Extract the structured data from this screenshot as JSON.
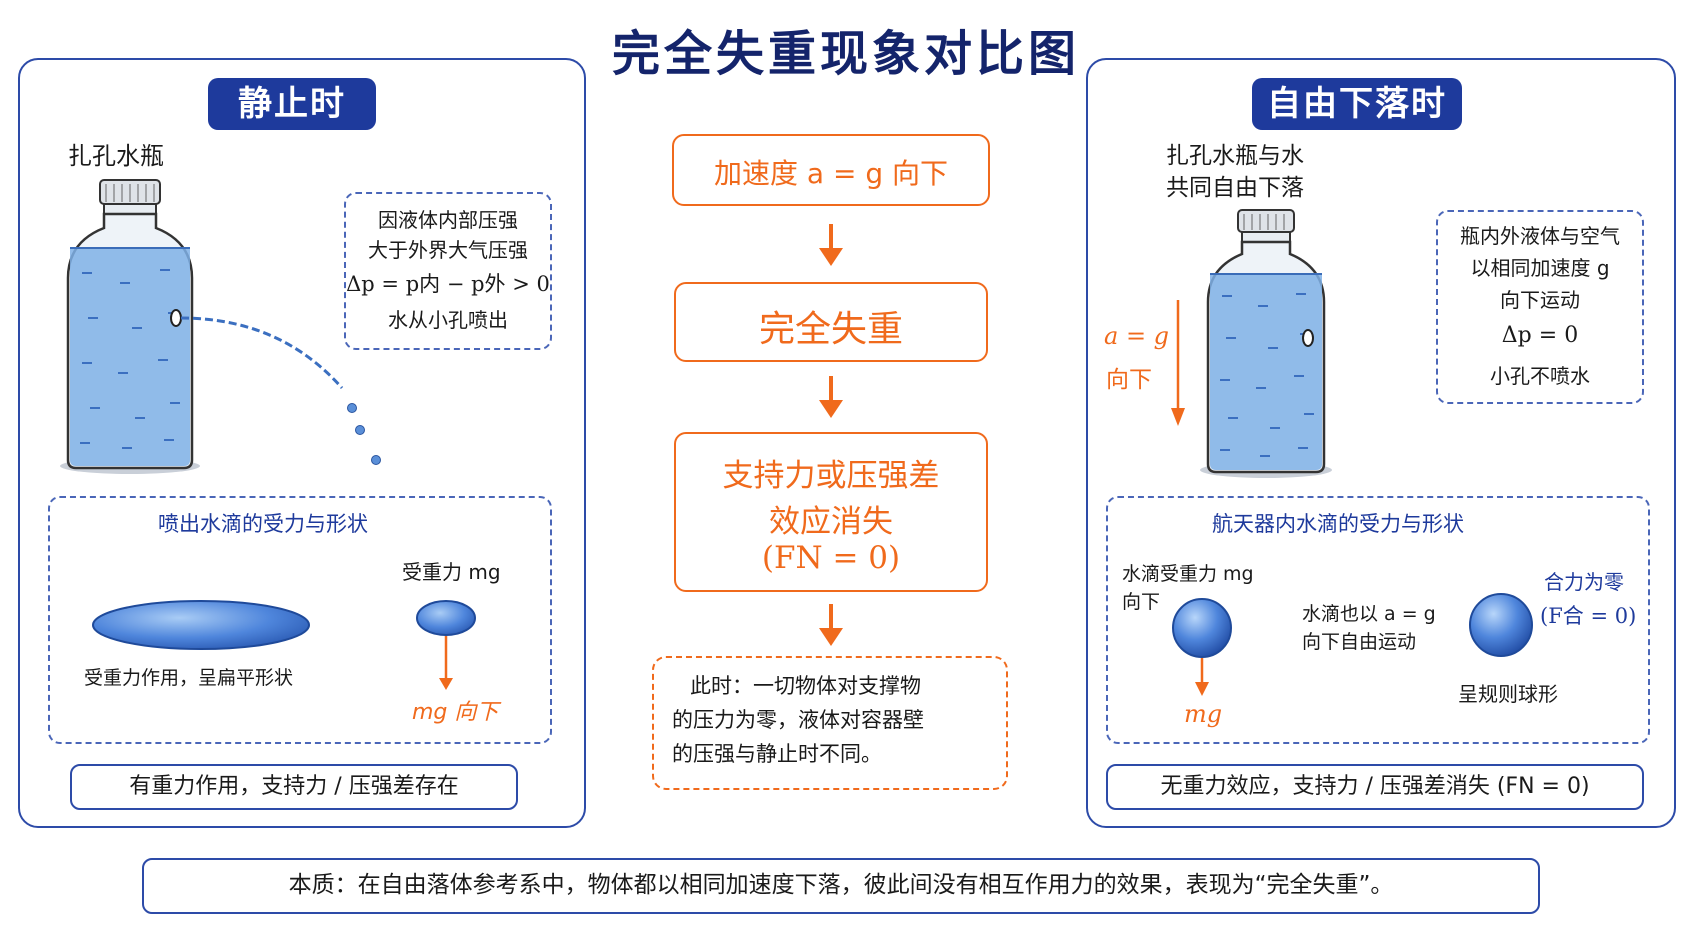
{
  "title": "完全失重现象对比图",
  "left": {
    "header": "静止时",
    "bottle_label": "扎孔水瓶",
    "info_lines": [
      "因液体内部压强",
      "大于外界大气压强",
      "Δp = p内 − p外 > 0",
      "水从小孔喷出"
    ],
    "drop_box_title": "喷出水滴的受力与形状",
    "flat_label": "受重力作用，呈扁平形状",
    "gravity_label": "受重力 mg",
    "force_label": "mg 向下",
    "footer": "有重力作用，支持力 / 压强差存在"
  },
  "center": {
    "box1": "加速度  a = g  向下",
    "box2": "完全失重",
    "box3_line1": "支持力或压强差",
    "box3_line2": "效应消失",
    "box3_line3": "(FN = 0)",
    "note_lines": [
      "此时：一切物体对支撑物",
      "的压力为零，液体对容器壁",
      "的压强与静止时不同。"
    ]
  },
  "right": {
    "header": "自由下落时",
    "bottle_label_1": "扎孔水瓶与水",
    "bottle_label_2": "共同自由下落",
    "accel_1": "a = g",
    "accel_2": "向下",
    "info_lines": [
      "瓶内外液体与空气",
      "以相同加速度 g",
      "向下运动",
      "Δp = 0",
      "小孔不喷水"
    ],
    "drop_box_title": "航天器内水滴的受力与形状",
    "gravity_1": "水滴受重力 mg",
    "gravity_2": "向下",
    "free_1": "水滴也以 a = g",
    "free_2": "向下自由运动",
    "net_1": "合力为零",
    "net_2": "(F合 = 0)",
    "sphere_label": "呈规则球形",
    "mg": "mg",
    "footer": "无重力效应，支持力 / 压强差消失 (FN = 0)"
  },
  "essence": "本质：在自由落体参考系中，物体都以相同加速度下落，彼此间没有相互作用力的效果，表现为“完全失重”。",
  "colors": {
    "navy": "#14246b",
    "blue": "#1e3a9c",
    "orange": "#f06a1c",
    "water": "#7fb0e6"
  }
}
